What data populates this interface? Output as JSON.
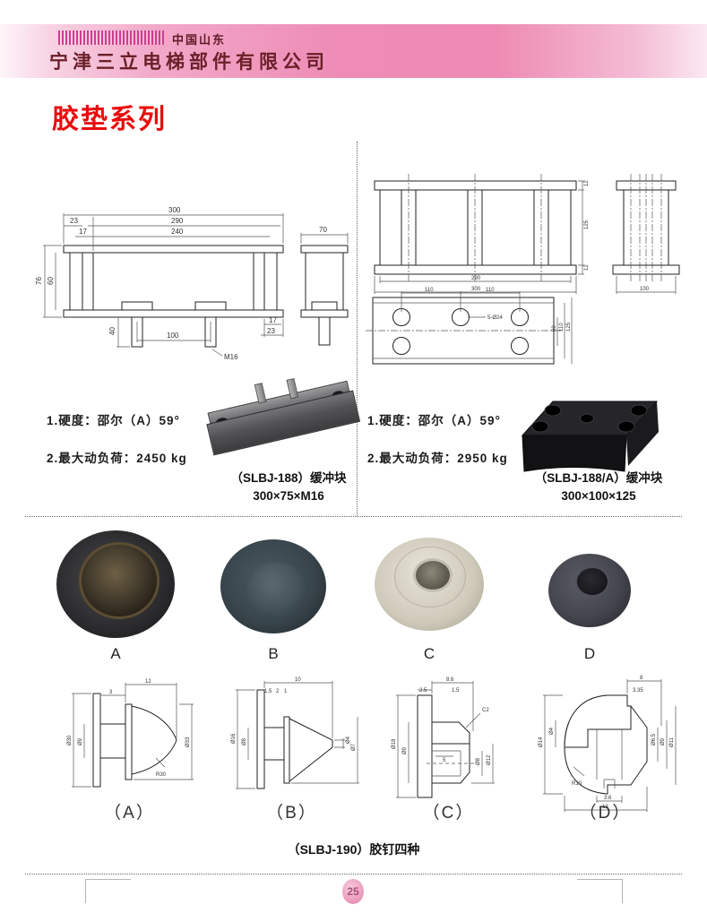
{
  "header": {
    "region": "中国山东",
    "company": "宁津三立电梯部件有限公司"
  },
  "title": "胶垫系列",
  "colors": {
    "accent_red": "#e80d0d",
    "band_pink": "#ee8cb6",
    "maroon": "#6a2029",
    "badge_pink": "#eb9dbd"
  },
  "left_section": {
    "spec1": "1.硬度：邵尔（A）59°",
    "spec2": "2.最大动负荷：2450 kg",
    "caption1": "（SLBJ-188）缓冲块",
    "caption2": "300×75×M16",
    "drawing": {
      "d300": "300",
      "d290": "290",
      "d240": "240",
      "d23": "23",
      "d17": "17",
      "d76": "76",
      "d60": "60",
      "d40": "40",
      "d100": "100",
      "m16": "M16",
      "br17": "17",
      "br23": "23",
      "d70": "70"
    }
  },
  "right_section": {
    "spec1": "1.硬度：邵尔（A）59°",
    "spec2": "2.最大动负荷：2950 kg",
    "caption1": "（SLBJ-188/A）缓冲块",
    "caption2": "300×100×125",
    "drawing": {
      "d290": "290",
      "d300": "300",
      "t12a": "12",
      "d125": "125",
      "t12b": "12",
      "d100": "100"
    },
    "plate": {
      "p110a": "110",
      "p110b": "110",
      "holes": "5-Ø24",
      "r60": "60",
      "r110": "110",
      "r125": "125"
    }
  },
  "middle": {
    "photo_labels": [
      "A",
      "B",
      "C",
      "D"
    ]
  },
  "bottom": {
    "caption": "（SLBJ-190）胶钉四种",
    "nail_a": {
      "label": "（A）",
      "d12": "12",
      "d3": "3",
      "dia30": "Ø30",
      "dia9": "Ø9",
      "dia33": "Ø33",
      "r30": "R30"
    },
    "nail_b": {
      "label": "（B）",
      "d10": "10",
      "d15": "1.5",
      "d2": "2",
      "d1": "1",
      "dia16": "Ø16",
      "dia8": "Ø8",
      "dia4": "Ø4",
      "dia7": "Ø7"
    },
    "nail_c": {
      "label": "（C）",
      "d86": "8.6",
      "d25": "2.5",
      "d15": "1.5",
      "c2": "C2",
      "dia18": "Ø18",
      "dia9": "Ø9",
      "d5": "5",
      "dia8": "Ø8",
      "dia12": "Ø12"
    },
    "nail_d": {
      "label": "（D）",
      "d8": "8",
      "d335": "3.35",
      "dia14": "Ø14",
      "dia4": "Ø4",
      "dia65": "Ø6.5",
      "dia9": "Ø9",
      "dia11": "Ø11",
      "r10": "R10",
      "d36": "3.6",
      "d13": "13"
    }
  },
  "footer": {
    "page": "25"
  }
}
